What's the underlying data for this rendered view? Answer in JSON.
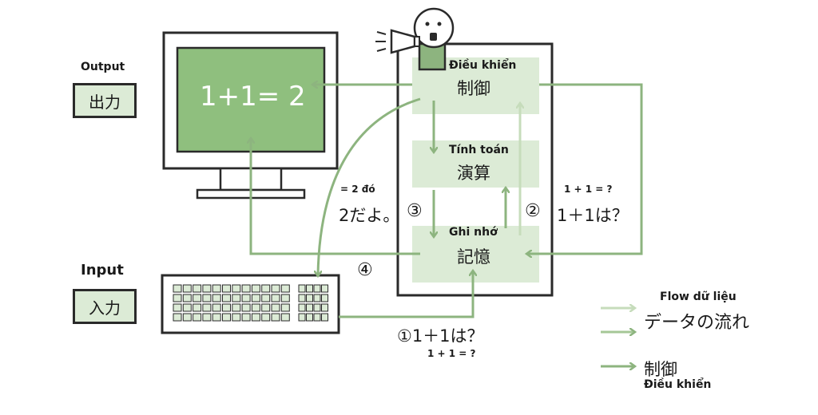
{
  "output": {
    "caption": "Output",
    "label": "出力"
  },
  "input": {
    "caption": "Input",
    "label": "入力"
  },
  "monitor": {
    "screen_text": "1+1= 2"
  },
  "cpu": {
    "control": {
      "caption": "Điều khiển",
      "label": "制御"
    },
    "arithmetic": {
      "caption": "Tính toán",
      "label": "演算"
    },
    "memory": {
      "caption": "Ghi nhớ",
      "label": "記憶"
    }
  },
  "steps": {
    "step1": {
      "text": "①1＋1は？",
      "caption": "1 + 1 = ?"
    },
    "step2": {
      "marker": "②",
      "text": "1＋1は？",
      "caption": "1 + 1 = ?"
    },
    "step3": {
      "text": "2だよ。",
      "marker": "③",
      "caption": "= 2 đó"
    },
    "step4": {
      "marker": "④"
    }
  },
  "legend": {
    "data_flow": {
      "caption": "Flow dữ liệu",
      "label": "データの流れ"
    },
    "control": {
      "label": "制御",
      "caption": "Điều khiển"
    }
  },
  "colors": {
    "arrow_dark": "#8db47f",
    "arrow_light": "#c6dcbb",
    "panel": "#dcebd6",
    "screen": "#8fbf7e",
    "outline": "#2a2a2a"
  }
}
